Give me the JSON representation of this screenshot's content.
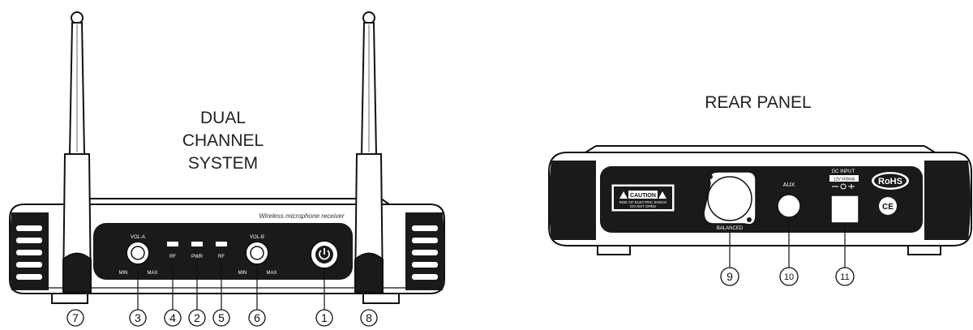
{
  "front": {
    "title_lines": [
      "DUAL",
      "CHANNEL",
      "SYSTEM"
    ],
    "receiver_label": "Wireless microphone receiver",
    "vol_a": "VOL-A",
    "vol_b": "VOL-B",
    "min": "MIN",
    "max": "MAX",
    "led_labels": [
      "RF",
      "PWR",
      "RF"
    ],
    "callouts": [
      "7",
      "3",
      "4",
      "2",
      "5",
      "6",
      "1",
      "8"
    ]
  },
  "rear": {
    "title": "REAR PANEL",
    "caution": "CAUTION",
    "caution_sub1": "RISK OF ELECTRIC SHOCK",
    "caution_sub2": "DO NOT OPEN",
    "balanced": "BALANCED",
    "aux": "AUX",
    "dc_input": "DC INPUT",
    "dc_spec": "12V 500mA",
    "rohs": "RoHS",
    "ce": "CE",
    "callouts": [
      "9",
      "10",
      "11"
    ]
  },
  "colors": {
    "line": "#111111",
    "fill_dark": "#1a1a1a",
    "fill_light": "#ffffff",
    "mid": "#6a6a6a"
  }
}
